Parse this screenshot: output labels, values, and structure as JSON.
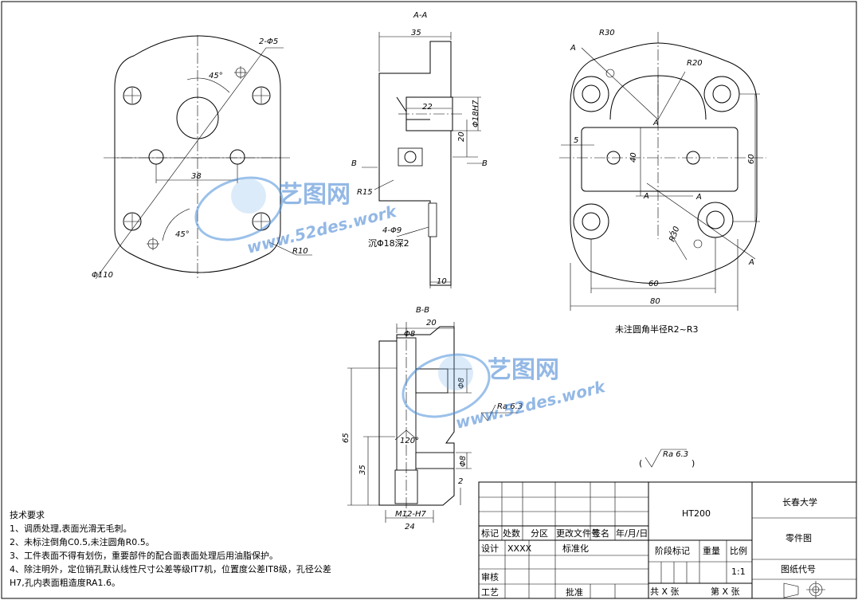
{
  "views": {
    "section_aa_label": "A-A",
    "section_bb_label": "B-B"
  },
  "dimensions": {
    "front": {
      "holes": "2-Φ5",
      "angle_top": "45°",
      "angle_bottom": "45°",
      "width_38": "38",
      "dia_110": "Φ110",
      "r10": "R10"
    },
    "section_aa": {
      "width_35": "35",
      "len_22": "22",
      "bore": "Φ18H7",
      "h_20": "20",
      "r15": "R15",
      "holes_4": "4-Φ9",
      "counterbore": "沉Φ18深2",
      "w_10": "10",
      "cut_b": "B"
    },
    "right": {
      "cut_a": "A",
      "r30_top": "R30",
      "r20": "R20",
      "w_5": "5",
      "h_40": "40",
      "h_60": "60",
      "r30_bottom": "R30",
      "w_60": "60",
      "w_80": "80"
    },
    "section_bb": {
      "w_20": "20",
      "d8_top": "Φ8",
      "d8_mid": "Φ8",
      "d8_low": "Φ8",
      "ra": "Ra 6.3",
      "angle_120": "120°",
      "h_65": "65",
      "h_35": "35",
      "h_2": "2",
      "thread": "M12-H7",
      "w_24": "24"
    }
  },
  "notes": {
    "fillet_note": "未注圆角半径R2~R3",
    "roughness_symbol": "Ra 6.3",
    "tech_title": "技术要求",
    "tech_lines": [
      "1、调质处理,表面光滑无毛刺。",
      "2、未标注倒角C0.5,未注圆角R0.5。",
      "3、工件表面不得有划伤，重要部件的配合面表面处理后用油脂保护。",
      "4、除注明外，定位销孔默认线性尺寸公差等级IT7机，位置度公差IT8级，孔径公差",
      "H7,孔内表面粗造度RA1.6。"
    ]
  },
  "title_block": {
    "material": "HT200",
    "school": "长春大学",
    "drawing_name": "零件图",
    "drawing_code": "图纸代号",
    "col_mark": "标记",
    "col_count": "处数",
    "col_zone": "分区",
    "col_doc": "更改文件号",
    "col_sign": "签名",
    "col_date": "年/月/日",
    "design": "设计",
    "designer": "XXXX",
    "standard": "标准化",
    "stage_mark": "阶段标记",
    "weight": "重量",
    "scale_label": "比例",
    "scale": "1:1",
    "review": "审核",
    "process": "工艺",
    "approve": "批准",
    "total": "共 X 张",
    "sheet": "第 X 张"
  },
  "watermark": {
    "brand": "艺图网",
    "url": "www.52des.work"
  }
}
